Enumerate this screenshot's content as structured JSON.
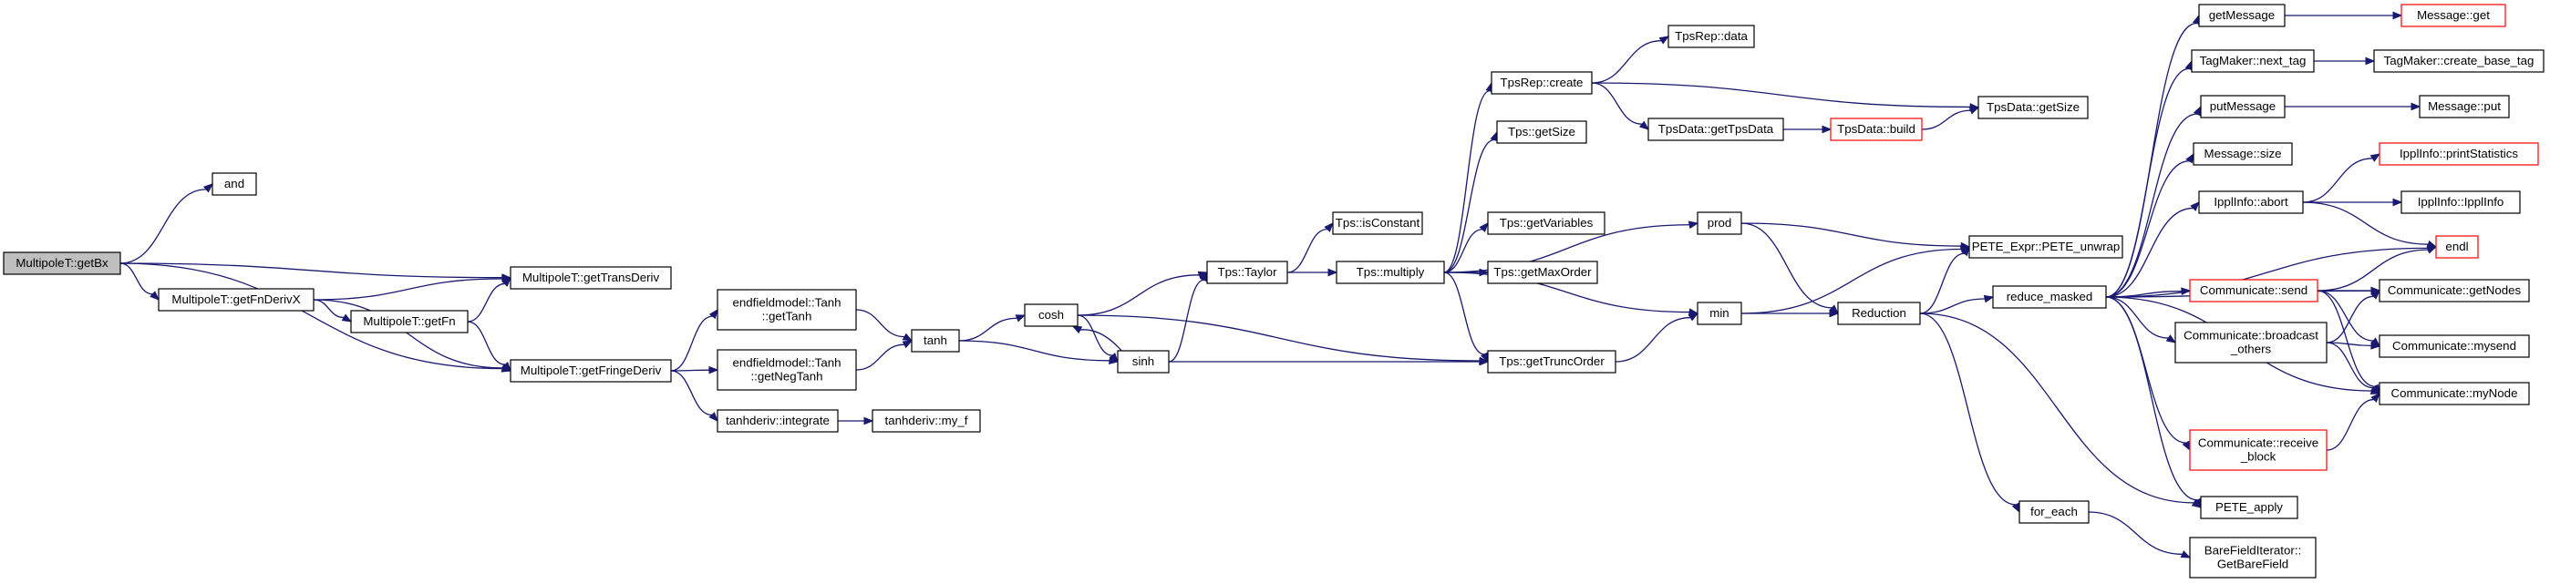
{
  "nodes": [
    {
      "id": "getBx",
      "lines": [
        "MultipoleT::getBx"
      ],
      "root": true
    },
    {
      "id": "and",
      "lines": [
        "and"
      ]
    },
    {
      "id": "getTransDeriv",
      "lines": [
        "MultipoleT::getTransDeriv"
      ]
    },
    {
      "id": "getFnDerivX",
      "lines": [
        "MultipoleT::getFnDerivX"
      ]
    },
    {
      "id": "getFn",
      "lines": [
        "MultipoleT::getFn"
      ]
    },
    {
      "id": "getFringeDeriv",
      "lines": [
        "MultipoleT::getFringeDeriv"
      ]
    },
    {
      "id": "efTanh",
      "lines": [
        "endfieldmodel::Tanh",
        "::getTanh"
      ]
    },
    {
      "id": "efNegTanh",
      "lines": [
        "endfieldmodel::Tanh",
        "::getNegTanh"
      ]
    },
    {
      "id": "integrate",
      "lines": [
        "tanhderiv::integrate"
      ]
    },
    {
      "id": "my_f",
      "lines": [
        "tanhderiv::my_f"
      ]
    },
    {
      "id": "tanh",
      "lines": [
        "tanh"
      ]
    },
    {
      "id": "cosh",
      "lines": [
        "cosh"
      ]
    },
    {
      "id": "sinh",
      "lines": [
        "sinh"
      ]
    },
    {
      "id": "taylor",
      "lines": [
        "Tps::Taylor"
      ]
    },
    {
      "id": "isConstant",
      "lines": [
        "Tps::isConstant"
      ]
    },
    {
      "id": "multiply",
      "lines": [
        "Tps::multiply"
      ]
    },
    {
      "id": "tpsrepCreate",
      "lines": [
        "TpsRep::create"
      ]
    },
    {
      "id": "tpsrepData",
      "lines": [
        "TpsRep::data"
      ]
    },
    {
      "id": "getSize",
      "lines": [
        "Tps::getSize"
      ]
    },
    {
      "id": "getTpsData",
      "lines": [
        "TpsData::getTpsData"
      ]
    },
    {
      "id": "tpsdataBuild",
      "lines": [
        "TpsData::build"
      ],
      "red": true
    },
    {
      "id": "tpsdataGetSize",
      "lines": [
        "TpsData::getSize"
      ]
    },
    {
      "id": "getVariables",
      "lines": [
        "Tps::getVariables"
      ]
    },
    {
      "id": "getMaxOrder",
      "lines": [
        "Tps::getMaxOrder"
      ]
    },
    {
      "id": "getTruncOrder",
      "lines": [
        "Tps::getTruncOrder"
      ]
    },
    {
      "id": "prod",
      "lines": [
        "prod"
      ]
    },
    {
      "id": "min",
      "lines": [
        "min"
      ]
    },
    {
      "id": "reduction",
      "lines": [
        "Reduction"
      ]
    },
    {
      "id": "peteUnwrap",
      "lines": [
        "PETE_Expr::PETE_unwrap"
      ]
    },
    {
      "id": "reduceMasked",
      "lines": [
        "reduce_masked"
      ]
    },
    {
      "id": "forEach",
      "lines": [
        "for_each"
      ]
    },
    {
      "id": "bareField",
      "lines": [
        "BareFieldIterator::",
        "GetBareField"
      ]
    },
    {
      "id": "peteApply",
      "lines": [
        "PETE_apply"
      ]
    },
    {
      "id": "getMessage",
      "lines": [
        "getMessage"
      ]
    },
    {
      "id": "messageGet",
      "lines": [
        "Message::get"
      ],
      "red": true
    },
    {
      "id": "nextTag",
      "lines": [
        "TagMaker::next_tag"
      ]
    },
    {
      "id": "createBaseTag",
      "lines": [
        "TagMaker::create_base_tag"
      ]
    },
    {
      "id": "putMessage",
      "lines": [
        "putMessage"
      ]
    },
    {
      "id": "messagePut",
      "lines": [
        "Message::put"
      ]
    },
    {
      "id": "messageSize",
      "lines": [
        "Message::size"
      ]
    },
    {
      "id": "abort",
      "lines": [
        "IpplInfo::abort"
      ]
    },
    {
      "id": "printStatistics",
      "lines": [
        "IpplInfo::printStatistics"
      ],
      "red": true
    },
    {
      "id": "ipplInfo",
      "lines": [
        "IpplInfo::IpplInfo"
      ]
    },
    {
      "id": "endl",
      "lines": [
        "endl"
      ],
      "red": true
    },
    {
      "id": "send",
      "lines": [
        "Communicate::send"
      ],
      "red": true
    },
    {
      "id": "getNodes",
      "lines": [
        "Communicate::getNodes"
      ]
    },
    {
      "id": "broadcast",
      "lines": [
        "Communicate::broadcast",
        "_others"
      ]
    },
    {
      "id": "mysend",
      "lines": [
        "Communicate::mysend"
      ]
    },
    {
      "id": "myNode",
      "lines": [
        "Communicate::myNode"
      ]
    },
    {
      "id": "receiveBlock",
      "lines": [
        "Communicate::receive",
        "_block"
      ],
      "red": true
    }
  ],
  "edges": [
    [
      "getBx",
      "and"
    ],
    [
      "getBx",
      "getTransDeriv"
    ],
    [
      "getBx",
      "getFnDerivX"
    ],
    [
      "getBx",
      "getFringeDeriv"
    ],
    [
      "getFnDerivX",
      "getTransDeriv"
    ],
    [
      "getFnDerivX",
      "getFn"
    ],
    [
      "getFnDerivX",
      "getFringeDeriv"
    ],
    [
      "getFn",
      "getTransDeriv"
    ],
    [
      "getFn",
      "getFringeDeriv"
    ],
    [
      "getFringeDeriv",
      "efTanh"
    ],
    [
      "getFringeDeriv",
      "efNegTanh"
    ],
    [
      "getFringeDeriv",
      "integrate"
    ],
    [
      "efTanh",
      "tanh"
    ],
    [
      "efNegTanh",
      "tanh"
    ],
    [
      "integrate",
      "my_f"
    ],
    [
      "tanh",
      "cosh"
    ],
    [
      "tanh",
      "sinh"
    ],
    [
      "cosh",
      "sinh"
    ],
    [
      "sinh",
      "cosh"
    ],
    [
      "cosh",
      "taylor"
    ],
    [
      "cosh",
      "getTruncOrder"
    ],
    [
      "sinh",
      "taylor"
    ],
    [
      "sinh",
      "getTruncOrder"
    ],
    [
      "taylor",
      "isConstant"
    ],
    [
      "taylor",
      "multiply"
    ],
    [
      "multiply",
      "tpsrepCreate"
    ],
    [
      "multiply",
      "getSize"
    ],
    [
      "multiply",
      "getVariables"
    ],
    [
      "multiply",
      "getMaxOrder"
    ],
    [
      "multiply",
      "getTruncOrder"
    ],
    [
      "multiply",
      "prod"
    ],
    [
      "multiply",
      "min"
    ],
    [
      "tpsrepCreate",
      "tpsrepData"
    ],
    [
      "tpsrepCreate",
      "getTpsData"
    ],
    [
      "tpsrepCreate",
      "tpsdataGetSize"
    ],
    [
      "getTpsData",
      "tpsdataBuild"
    ],
    [
      "tpsdataBuild",
      "tpsdataGetSize"
    ],
    [
      "getTruncOrder",
      "min"
    ],
    [
      "prod",
      "peteUnwrap"
    ],
    [
      "prod",
      "reduction"
    ],
    [
      "min",
      "peteUnwrap"
    ],
    [
      "min",
      "reduction"
    ],
    [
      "reduction",
      "peteUnwrap"
    ],
    [
      "reduction",
      "reduceMasked"
    ],
    [
      "reduction",
      "forEach"
    ],
    [
      "reduction",
      "peteApply"
    ],
    [
      "forEach",
      "bareField"
    ],
    [
      "reduceMasked",
      "getMessage"
    ],
    [
      "reduceMasked",
      "nextTag"
    ],
    [
      "reduceMasked",
      "putMessage"
    ],
    [
      "reduceMasked",
      "messageSize"
    ],
    [
      "reduceMasked",
      "abort"
    ],
    [
      "reduceMasked",
      "endl"
    ],
    [
      "reduceMasked",
      "send"
    ],
    [
      "reduceMasked",
      "getNodes"
    ],
    [
      "reduceMasked",
      "broadcast"
    ],
    [
      "reduceMasked",
      "receiveBlock"
    ],
    [
      "reduceMasked",
      "peteApply"
    ],
    [
      "reduceMasked",
      "myNode"
    ],
    [
      "getMessage",
      "messageGet"
    ],
    [
      "nextTag",
      "createBaseTag"
    ],
    [
      "putMessage",
      "messagePut"
    ],
    [
      "abort",
      "printStatistics"
    ],
    [
      "abort",
      "ipplInfo"
    ],
    [
      "abort",
      "endl"
    ],
    [
      "send",
      "endl"
    ],
    [
      "send",
      "getNodes"
    ],
    [
      "send",
      "mysend"
    ],
    [
      "send",
      "myNode"
    ],
    [
      "broadcast",
      "getNodes"
    ],
    [
      "broadcast",
      "mysend"
    ],
    [
      "broadcast",
      "myNode"
    ],
    [
      "receiveBlock",
      "myNode"
    ]
  ],
  "colors": {
    "edge": "#191970",
    "node_border": "#000000",
    "node_red_border": "#ff0000",
    "root_fill": "#bfbfbf"
  }
}
